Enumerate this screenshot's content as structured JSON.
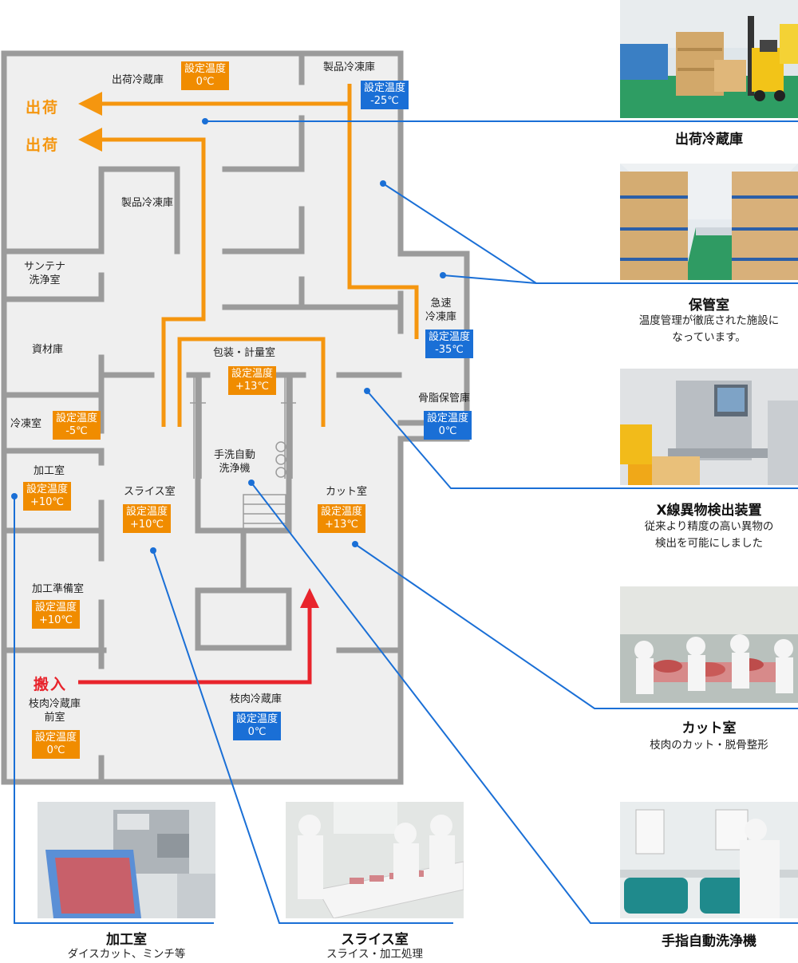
{
  "rooms": {
    "shipping_cold": {
      "label": "出荷冷蔵庫",
      "temp_label": "設定温度",
      "temp": "0℃",
      "color": "orange"
    },
    "product_freezer_top": {
      "label": "製品冷凍庫",
      "temp_label": "設定温度",
      "temp": "-25℃",
      "color": "blue"
    },
    "product_freezer_mid": {
      "label": "製品冷凍庫"
    },
    "container_wash": {
      "label_line1": "サンテナ",
      "label_line2": "洗浄室"
    },
    "materials": {
      "label": "資材庫"
    },
    "rapid_freezer": {
      "label_line1": "急速",
      "label_line2": "冷凍庫",
      "temp_label": "設定温度",
      "temp": "-35℃",
      "color": "blue"
    },
    "packing": {
      "label": "包装・計量室",
      "temp_label": "設定温度",
      "temp": "+13℃",
      "color": "orange"
    },
    "bone_fat": {
      "label": "骨脂保管庫",
      "temp_label": "設定温度",
      "temp": "0℃",
      "color": "blue"
    },
    "freezer_small": {
      "label": "冷凍室",
      "temp_label": "設定温度",
      "temp": "-5℃",
      "color": "orange"
    },
    "processing": {
      "label": "加工室",
      "temp_label": "設定温度",
      "temp": "+10℃",
      "color": "orange"
    },
    "slice": {
      "label": "スライス室",
      "temp_label": "設定温度",
      "temp": "+10℃",
      "color": "orange"
    },
    "handwash": {
      "label_line1": "手洗自動",
      "label_line2": "洗浄機"
    },
    "cut": {
      "label": "カット室",
      "temp_label": "設定温度",
      "temp": "+13℃",
      "color": "orange"
    },
    "prep": {
      "label": "加工準備室",
      "temp_label": "設定温度",
      "temp": "+10℃",
      "color": "orange"
    },
    "carcass_ante": {
      "label_line1": "枝肉冷蔵庫",
      "label_line2": "前室",
      "temp_label": "設定温度",
      "temp": "0℃",
      "color": "orange"
    },
    "carcass_cold": {
      "label": "枝肉冷蔵庫",
      "temp_label": "設定温度",
      "temp": "0℃",
      "color": "blue"
    }
  },
  "flows": {
    "out_1": "出荷",
    "out_2": "出荷",
    "in": "搬入"
  },
  "photos": [
    {
      "title": "出荷冷蔵庫",
      "desc": []
    },
    {
      "title": "保管室",
      "desc": [
        "温度管理が徹底された施設に",
        "なっています。"
      ]
    },
    {
      "title": "X線異物検出装置",
      "desc": [
        "従来より精度の高い異物の",
        "検出を可能にしました"
      ]
    },
    {
      "title": "カット室",
      "desc": [
        "枝肉のカット・脱骨整形"
      ]
    },
    {
      "title": "手指自動洗浄機",
      "desc": []
    },
    {
      "title": "加工室",
      "desc": [
        "ダイスカット、ミンチ等"
      ]
    },
    {
      "title": "スライス室",
      "desc": [
        "スライス・加工処理"
      ]
    }
  ],
  "colors": {
    "wall": "#9b9b9b",
    "floor": "#efefef",
    "orange": "#f5960f",
    "red": "#e8242c",
    "blue": "#1a6fd6"
  }
}
